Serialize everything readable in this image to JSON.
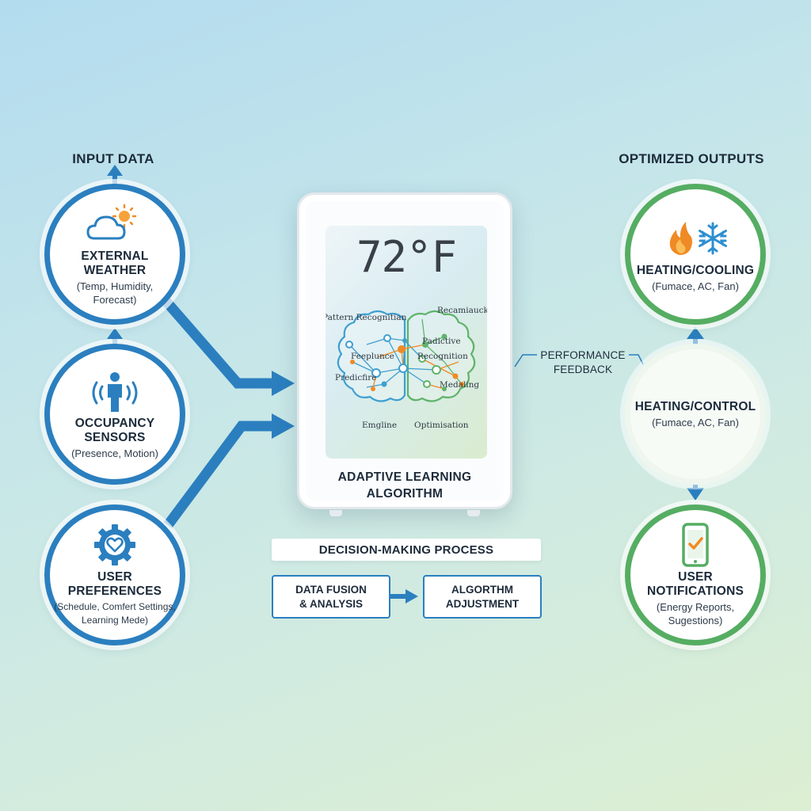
{
  "input_section": {
    "title": "INPUT DATA"
  },
  "output_section": {
    "title": "OPTIMIZED OUTPUTS"
  },
  "inputs": [
    {
      "title": "EXTERNAL WEATHER",
      "subtitle_lines": [
        "(Temp, Humidity,",
        "Forecast)"
      ],
      "icon": "cloud-sun-icon"
    },
    {
      "title": "OCCUPANCY SENSORS",
      "subtitle_lines": [
        "(Presence, Motion)"
      ],
      "icon": "person-sensor-icon"
    },
    {
      "title": "USER PREFERENCES",
      "subtitle_lines": [
        "(Schedule, Comfert Settings,",
        "Learning Mede)"
      ],
      "icon": "gear-heart-icon"
    }
  ],
  "device": {
    "temperature": "72°F",
    "algorithm_title_lines": [
      "ADAPTIVE LEARNING",
      "ALGORITHM"
    ],
    "brain_labels": {
      "top_left": "Pattern Recognitian",
      "top_right": "Recamiauck",
      "left_1": "Feeplunce",
      "left_2": "Predicfire",
      "left_3": "Emgline",
      "right_1": "Padictive",
      "right_2": "Recognition",
      "right_3": "Medaling",
      "right_4": "Optimisation"
    }
  },
  "process": {
    "title": "DECISION-MAKING PROCESS",
    "step1_lines": [
      "DATA FUSION",
      "& ANALYSIS"
    ],
    "step2_lines": [
      "ALGORTHM",
      "ADJUSTMENT"
    ]
  },
  "feedback": {
    "lines": [
      "PERFORMANCE",
      "FEEDBACK"
    ]
  },
  "outputs": [
    {
      "title": "HEATING/COOLING",
      "subtitle_lines": [
        "(Fumace, AC, Fan)"
      ],
      "icon": "flame-snowflake-icon"
    },
    {
      "title": "HEATING/CONTROL",
      "subtitle_lines": [
        "(Fumace, AC, Fan)"
      ],
      "icon": ""
    },
    {
      "title": "USER NOTIFICATIONS",
      "subtitle_lines": [
        "(Energy Reports,",
        "Sugestions)"
      ],
      "icon": "phone-check-icon"
    }
  ],
  "colors": {
    "input_blue": "#2b7fbf",
    "output_green": "#55ad62",
    "flame_orange": "#f08a24",
    "snow_blue": "#2d8fd0"
  }
}
